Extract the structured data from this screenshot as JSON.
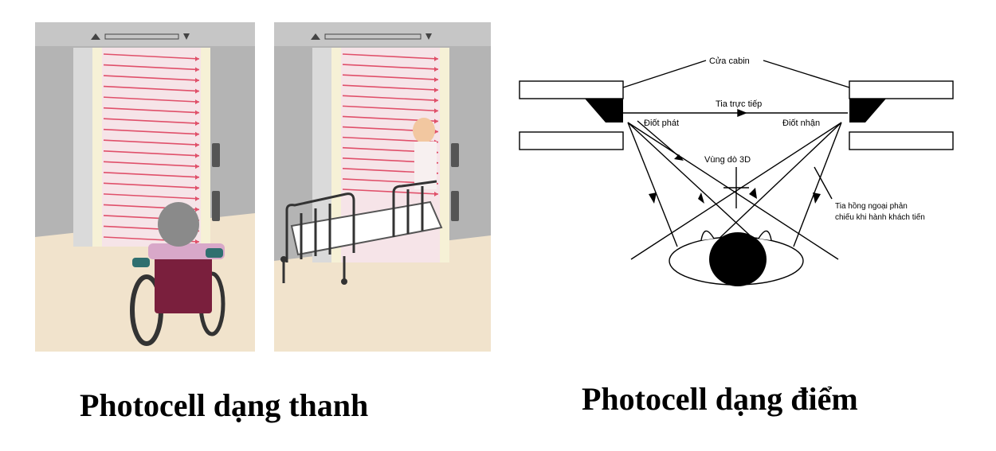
{
  "captions": {
    "left": "Photocell dạng thanh",
    "right": "Photocell dạng điểm"
  },
  "diagram_labels": {
    "door": "Cửa cabin",
    "direct_beam": "Tia trực tiếp",
    "emitter": "Điốt phát",
    "receiver": "Điốt nhận",
    "zone": "Vùng dò 3D",
    "reflected_line1": "Tia hồng ngoại phản",
    "reflected_line2": "chiếu khi hành khách tiến"
  },
  "colors": {
    "beam": "#e0506a",
    "wall": "#9a9a9a",
    "floor": "#f1e3cc",
    "wheelchair": "#7a1f3d"
  }
}
